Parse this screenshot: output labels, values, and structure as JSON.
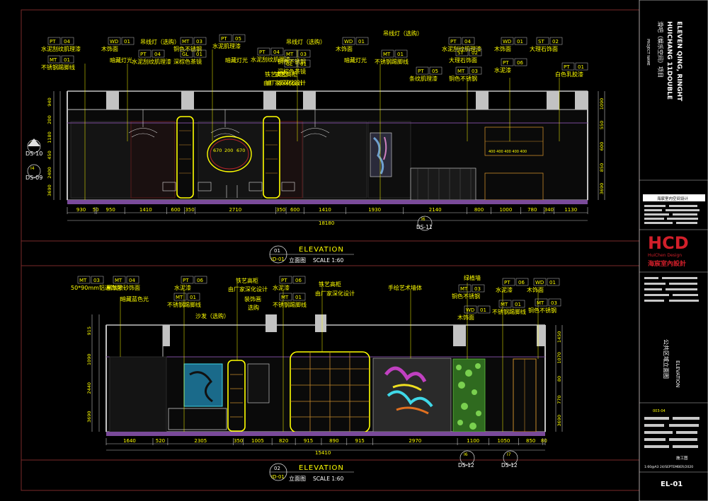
{
  "sheet_code": "EL-01",
  "top_elevation": {
    "number": "01",
    "drawing_id": "ID-01",
    "title_en": "ELEVATION",
    "title_cn": "立面图",
    "scale": "SCALE  1:60",
    "total_dim": "18180",
    "dims": [
      "930",
      "50",
      "950",
      "1410",
      "600",
      "350",
      "2710",
      "350",
      "600",
      "1410",
      "1930",
      "2140",
      "800",
      "1000",
      "780",
      "340",
      "1130"
    ],
    "left_dims": [
      "940",
      "200",
      "1180",
      "450",
      "2400",
      "3690"
    ],
    "right_dims": [
      "1090",
      "550",
      "600",
      "850",
      "3690"
    ],
    "callouts_left": [
      {
        "code": "DS-10",
        "num": "I6"
      },
      {
        "code": "DS-09",
        "num": "I4"
      }
    ],
    "callout_bottom": {
      "code": "DS-11",
      "num": "I6"
    },
    "mirror_dims": [
      "670",
      "200",
      "670"
    ],
    "labels": [
      {
        "tag": "PT",
        "num": "04",
        "text": "水泥刮纹肌理漆"
      },
      {
        "tag": "MT",
        "num": "01",
        "text": "不锈钢踢脚线"
      },
      {
        "tag": "WD",
        "num": "01",
        "text": "木饰面"
      },
      {
        "tag": "",
        "num": "",
        "text": "暗藏灯光"
      },
      {
        "tag": "",
        "num": "",
        "text": "吊线灯（选购）"
      },
      {
        "tag": "MT",
        "num": "03",
        "text": "铜色不锈钢"
      },
      {
        "tag": "PT",
        "num": "04",
        "text": "水泥刮纹肌理漆"
      },
      {
        "tag": "GL",
        "num": "01",
        "text": "深棕色茶镜"
      },
      {
        "tag": "PT",
        "num": "05",
        "text": "水泥肌理漆"
      },
      {
        "tag": "",
        "num": "",
        "text": "暗藏灯光"
      },
      {
        "tag": "",
        "num": "",
        "text": "铁艺高柜"
      },
      {
        "tag": "",
        "num": "",
        "text": "由厂家深化设计"
      },
      {
        "tag": "PT",
        "num": "04",
        "text": "水泥刮纹肌理漆"
      },
      {
        "tag": "",
        "num": "",
        "text": "吊线灯（选购）"
      },
      {
        "tag": "MT",
        "num": "03",
        "text": "铜色不锈钢"
      },
      {
        "tag": "GL",
        "num": "01",
        "text": "深棕色茶镜"
      },
      {
        "tag": "",
        "num": "",
        "text": "铁艺高柜"
      },
      {
        "tag": "",
        "num": "",
        "text": "由厂家深化设计"
      },
      {
        "tag": "WD",
        "num": "01",
        "text": "木饰面"
      },
      {
        "tag": "",
        "num": "",
        "text": "暗藏灯光"
      },
      {
        "tag": "",
        "num": "",
        "text": "吊线灯（选购）"
      },
      {
        "tag": "MT",
        "num": "01",
        "text": "不锈钢踢脚线"
      },
      {
        "tag": "PT",
        "num": "04",
        "text": "水泥刮纹肌理漆"
      },
      {
        "tag": "ST",
        "num": "02",
        "text": "大理石饰面"
      },
      {
        "tag": "PT",
        "num": "05",
        "text": "条纹肌理漆"
      },
      {
        "tag": "MT",
        "num": "03",
        "text": "铜色不锈钢"
      },
      {
        "tag": "WD",
        "num": "01",
        "text": "木饰面"
      },
      {
        "tag": "PT",
        "num": "06",
        "text": "水泥漆"
      },
      {
        "tag": "ST",
        "num": "02",
        "text": "大理石饰面"
      },
      {
        "tag": "PT",
        "num": "01",
        "text": "白色乳胶漆"
      }
    ]
  },
  "bottom_elevation": {
    "number": "02",
    "drawing_id": "ID-01",
    "title_en": "ELEVATION",
    "title_cn": "立面图",
    "scale": "SCALE  1:60",
    "total_dim": "15410",
    "dims": [
      "1640",
      "520",
      "2305",
      "350",
      "1005",
      "820",
      "915",
      "890",
      "915",
      "2970",
      "1100",
      "1050",
      "850",
      "80"
    ],
    "left_dims": [
      "915",
      "1090",
      "2440",
      "3690"
    ],
    "right_dims": [
      "1450",
      "1070",
      "80",
      "770",
      "3690"
    ],
    "callouts_bottom": [
      {
        "code": "DS-12",
        "num": "I6"
      },
      {
        "code": "DS-12",
        "num": "I7"
      }
    ],
    "labels": [
      {
        "tag": "MT",
        "num": "03",
        "text": "50*90mm铝通饰面"
      },
      {
        "tag": "MT",
        "num": "04",
        "text": "黑钛喷砂饰面"
      },
      {
        "tag": "",
        "num": "",
        "text": "暗藏蓝色光"
      },
      {
        "tag": "PT",
        "num": "06",
        "text": "水泥漆"
      },
      {
        "tag": "MT",
        "num": "01",
        "text": "不锈钢踢脚线"
      },
      {
        "tag": "",
        "num": "",
        "text": "沙发（选购）"
      },
      {
        "tag": "",
        "num": "",
        "text": "铁艺高柜"
      },
      {
        "tag": "",
        "num": "",
        "text": "由厂家深化设计"
      },
      {
        "tag": "",
        "num": "",
        "text": "装饰画"
      },
      {
        "tag": "",
        "num": "",
        "text": "选购"
      },
      {
        "tag": "PT",
        "num": "06",
        "text": "水泥漆"
      },
      {
        "tag": "MT",
        "num": "01",
        "text": "不锈钢踢脚线"
      },
      {
        "tag": "",
        "num": "",
        "text": "铁艺高柜"
      },
      {
        "tag": "",
        "num": "",
        "text": "由厂家深化设计"
      },
      {
        "tag": "",
        "num": "",
        "text": "手绘艺术墙体"
      },
      {
        "tag": "",
        "num": "",
        "text": "绿植墙"
      },
      {
        "tag": "MT",
        "num": "03",
        "text": "铜色不锈钢"
      },
      {
        "tag": "WD",
        "num": "01",
        "text": "木饰面"
      },
      {
        "tag": "PT",
        "num": "06",
        "text": "水泥漆"
      },
      {
        "tag": "MT",
        "num": "01",
        "text": "不锈钢踢脚线"
      },
      {
        "tag": "WD",
        "num": "01",
        "text": "木饰面"
      },
      {
        "tag": "MT",
        "num": "03",
        "text": "铜色不锈钢"
      }
    ]
  },
  "title_block": {
    "project_label": "PROJECT NAME",
    "project_cn": "滑吧（娱乐空间）项目",
    "project_en_1": "HUICHANG 11DOUBLE",
    "project_en_2": "ELEVEN QING, RINGHT",
    "company_label": "海宸室内空间设计",
    "logo": "HCD",
    "logo_sub": "HuiChen Design",
    "logo_cn": "海宸室內設計",
    "drawing_name_cn": "公共区域立面图",
    "drawing_name_en": "ELEVATION",
    "drawing_no": "003-04",
    "stage": "施工图",
    "scale_date": "1:60@A3    24/SEPTEMBER/2020"
  },
  "colors": {
    "background": "#000000",
    "wall": "#c2c2c2",
    "purple": "#7a4a9a",
    "yellow": "#ffff00",
    "green": "#5fbf3f",
    "cyan": "#3fd8e8",
    "red": "#b3242a",
    "magenta": "#c040c0",
    "white": "#ffffff"
  }
}
